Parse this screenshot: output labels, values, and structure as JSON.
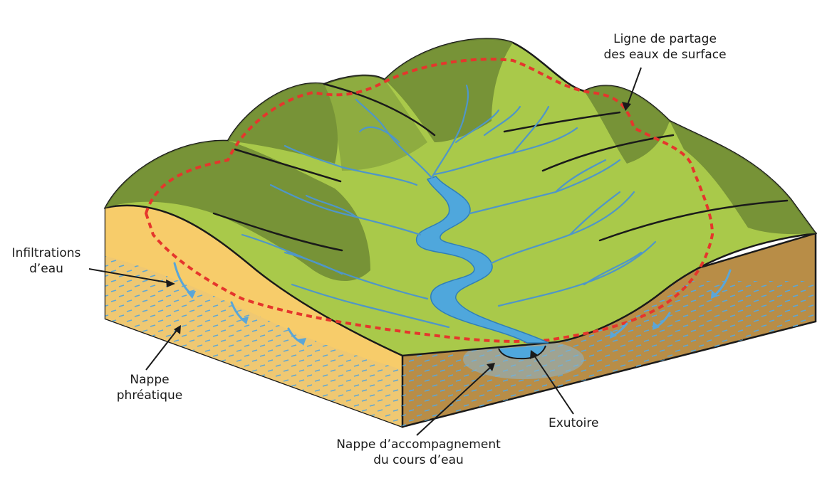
{
  "labels": {
    "watershed_divide": [
      "Ligne de partage",
      "des eaux de surface"
    ],
    "infiltration": [
      "Infiltrations",
      "d’eau"
    ],
    "water_table": [
      "Nappe",
      "phréatique"
    ],
    "outlet": "Exutoire",
    "alluvial_aquifer": [
      "Nappe d’accompagnement",
      "du cours d’eau"
    ]
  },
  "colors": {
    "hill_light": "#a9c94a",
    "hill_dark": "#6f8a34",
    "soil_front": "#f7cc6a",
    "soil_side": "#b88d47",
    "river": "#4fa7dc",
    "divide_line": "#e5362c",
    "groundwater_dash": "#5aa6d8",
    "outline": "#1a1a1a"
  }
}
